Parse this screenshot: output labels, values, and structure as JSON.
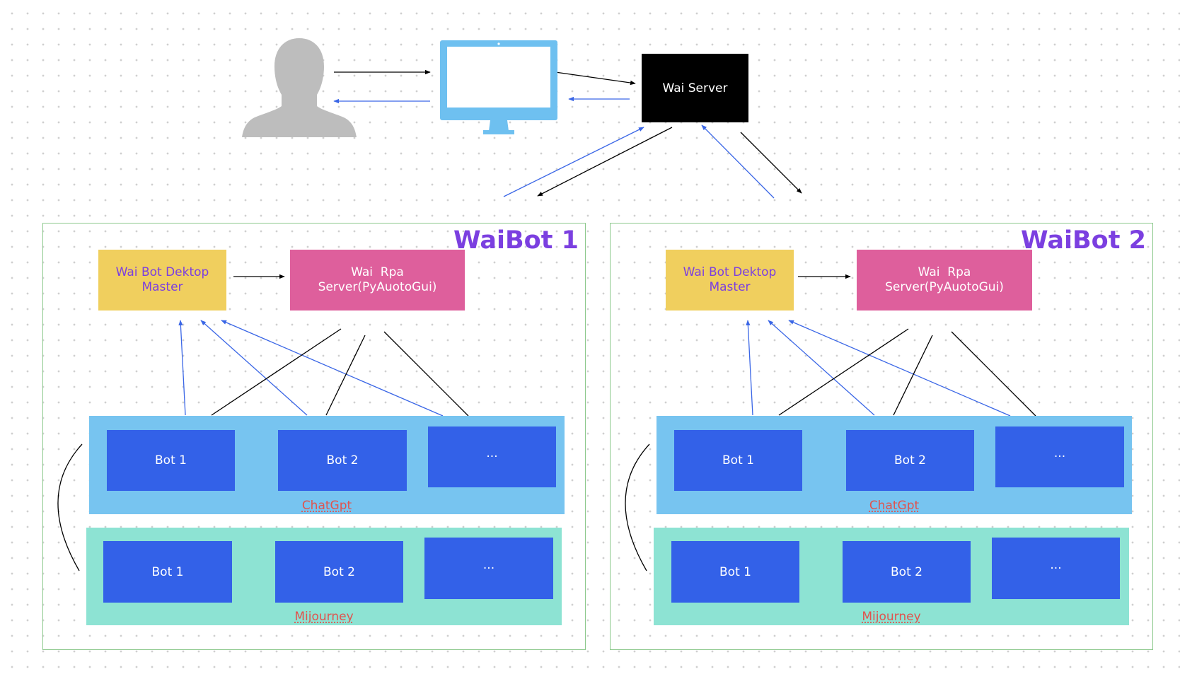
{
  "server": {
    "label": "Wai Server"
  },
  "icons": {
    "user": "user-silhouette-icon",
    "monitor": "desktop-monitor-icon"
  },
  "colors": {
    "black_arrow": "#000000",
    "blue_arrow": "#3a66e6",
    "group_title": "#7b3fe0",
    "master_bg": "#f0cf5e",
    "rpa_bg": "#de5f9c",
    "chatgpt_band": "#77c4f0",
    "midjourney_band": "#8de3d3",
    "bot_bg": "#3361e8"
  },
  "groups": [
    {
      "title": "WaiBot 1",
      "master": "Wai Bot Dektop Master",
      "rpa": "Wai  Rpa\nServer(PyAuotoGui)",
      "chatgpt": {
        "label": "ChatGpt",
        "bots": [
          "Bot 1",
          "Bot 2",
          "···"
        ]
      },
      "midjourney": {
        "label": "Mijourney",
        "bots": [
          "Bot 1",
          "Bot 2",
          "···"
        ]
      }
    },
    {
      "title": "WaiBot 2",
      "master": "Wai Bot Dektop Master",
      "rpa": "Wai  Rpa\nServer(PyAuotoGui)",
      "chatgpt": {
        "label": "ChatGpt",
        "bots": [
          "Bot 1",
          "Bot 2",
          "···"
        ]
      },
      "midjourney": {
        "label": "Mijourney",
        "bots": [
          "Bot 1",
          "Bot 2",
          "···"
        ]
      }
    }
  ]
}
